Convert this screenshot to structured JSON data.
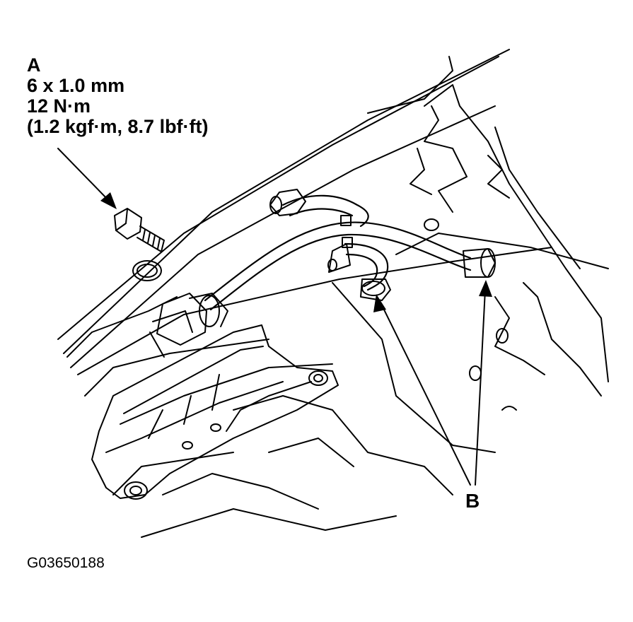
{
  "callout_a": {
    "letter": "A",
    "bolt_size": "6 x 1.0 mm",
    "torque": "12 N·m",
    "torque_alt": "(1.2 kgf·m, 8.7 lbf·ft)"
  },
  "callout_b": {
    "letter": "B"
  },
  "figure_id": "G03650188",
  "colors": {
    "ink": "#000000",
    "paper": "#ffffff"
  }
}
